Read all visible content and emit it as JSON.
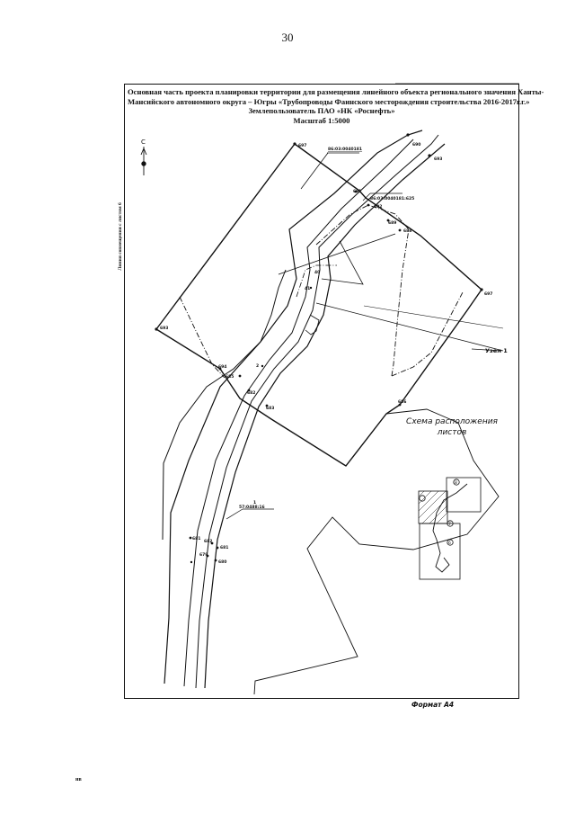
{
  "page_number": "30",
  "title": {
    "line1": "Основная часть проекта планировки территории для размещения линейного объекта регионального значения Ханты-",
    "line2": "Мансийского автономного округа – Югры «Трубопроводы Фаинского месторождения строительства 2016-2017г.г.»",
    "line3": "Землепользователь ПАО «НК «Роснефть»",
    "line4": "Масштаб 1:5000"
  },
  "north_label": "С",
  "side_label": "Линия совмещения с листом 6",
  "scheme": {
    "title_line1": "Схема расположения",
    "title_line2": "листов",
    "sheet_nums": [
      "8",
      "7",
      "6"
    ]
  },
  "node_label": "Узел 1",
  "format_label": "Формат А4",
  "footer_mark": "нв",
  "cadastral": {
    "top": "86:03:0040181",
    "mid": "86:03:0040181:625",
    "lower_num": "1",
    "lower": "57:0488:16"
  },
  "point_labels": {
    "p1": "697",
    "p2": "690",
    "p3": "693",
    "p4": "691",
    "p5": "692",
    "p6": "689",
    "p7": "688",
    "p8": "697",
    "p9": "686",
    "p10": "693",
    "p11": "694",
    "p12": "685",
    "p13": "682",
    "p14": "683",
    "p15": "681",
    "p16": "682",
    "p17": "681",
    "p18": "679",
    "p19": "680",
    "p20": "40",
    "p21": "41",
    "p22": "2"
  },
  "colors": {
    "ink": "#111111",
    "paper": "#ffffff"
  }
}
